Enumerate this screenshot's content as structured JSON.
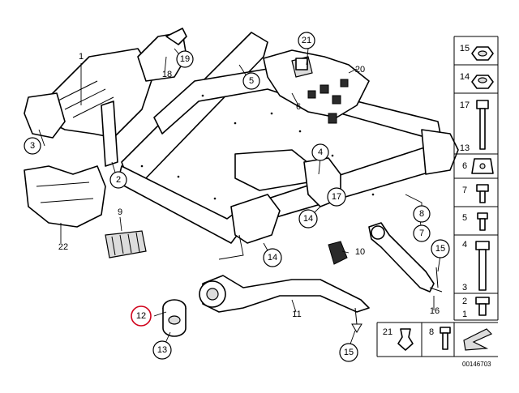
{
  "diagram_id": "00146703",
  "highlight_color": "#d0021b",
  "callouts": {
    "c1": "1",
    "c2": "2",
    "c3": "3",
    "c4": "4",
    "c5": "5",
    "c6": "6",
    "c7a": "7",
    "c8": "8",
    "c9": "9",
    "c10": "10",
    "c11": "11",
    "c12": "12",
    "c13a": "13",
    "c14a": "14",
    "c14b": "14",
    "c15a": "15",
    "c15b": "15",
    "c16": "16",
    "c17a": "17",
    "c18": "18",
    "c19": "19",
    "c20": "20",
    "c21a": "21",
    "c22": "22"
  },
  "sidebar": {
    "s15": "15",
    "s14": "14",
    "s17": "17",
    "s13": "13",
    "s6": "6",
    "s7": "7",
    "s5": "5",
    "s4": "4",
    "s3": "3",
    "s2": "2",
    "s1": "1",
    "s21": "21",
    "s8": "8"
  }
}
